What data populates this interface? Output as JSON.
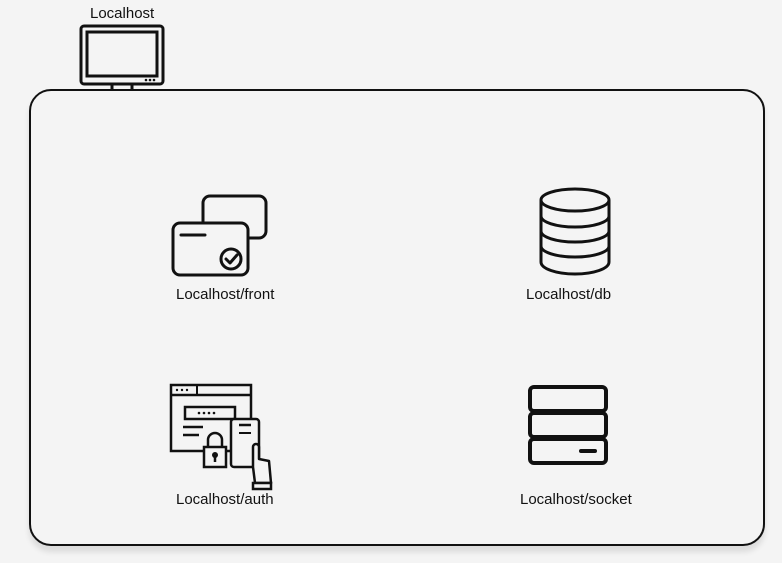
{
  "host": {
    "label": "Localhost",
    "icon": "monitor-icon"
  },
  "nodes": [
    {
      "id": "front",
      "label": "Localhost/front",
      "icon": "cards-check-icon"
    },
    {
      "id": "db",
      "label": "Localhost/db",
      "icon": "database-icon"
    },
    {
      "id": "auth",
      "label": "Localhost/auth",
      "icon": "secure-login-icon"
    },
    {
      "id": "socket",
      "label": "Localhost/socket",
      "icon": "server-icon"
    }
  ]
}
